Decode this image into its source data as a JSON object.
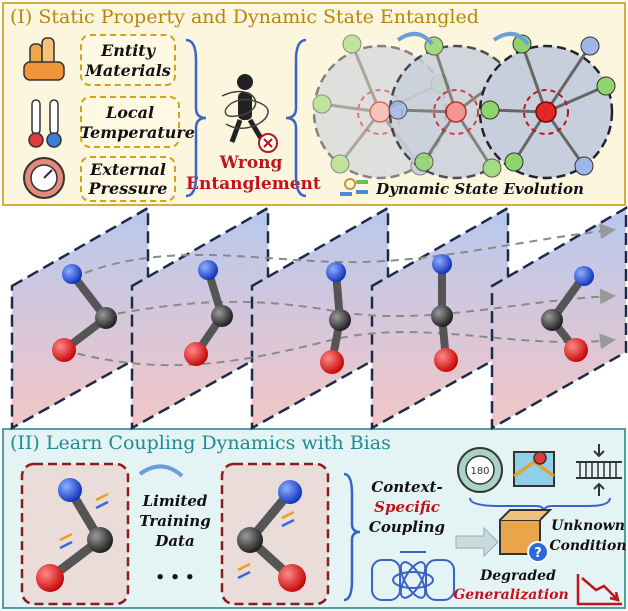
{
  "top_panel": {
    "title": "(I) Static Property and Dynamic State Entangled",
    "factors": [
      {
        "line1": "Entity",
        "line2": "Materials",
        "icon": "material-cylinders-icon"
      },
      {
        "line1": "Local",
        "line2": "Temperature",
        "icon": "thermometer-icon"
      },
      {
        "line1": "External",
        "line2": "Pressure",
        "icon": "pressure-gauge-icon"
      }
    ],
    "entangle_label_1": "Wrong",
    "entangle_label_2": "Entanglement",
    "evolution_label": "Dynamic State Evolution"
  },
  "bottom_panel": {
    "title": "(II) Learn Coupling Dynamics with Bias",
    "limited_1": "Limited",
    "limited_2": "Training",
    "limited_3": "Data",
    "ellipsis": "• • •",
    "context_1": "Context-",
    "context_2": "Specific",
    "context_3": "Coupling",
    "unknown_1": "Unknown",
    "unknown_2": "Condition",
    "degraded_1": "Degraded",
    "degraded_2": "Generalization",
    "gauge_reading": "180"
  },
  "colors": {
    "top_accent": "#d6ad3e",
    "bottom_accent": "#4f9ea6",
    "wrong": "#c0141c",
    "atom_blue": "#1f4fd6",
    "atom_red": "#e01818",
    "atom_gray": "#3a3a3a",
    "node_green": "#8fd46a",
    "node_blue": "#9fb6e8"
  }
}
